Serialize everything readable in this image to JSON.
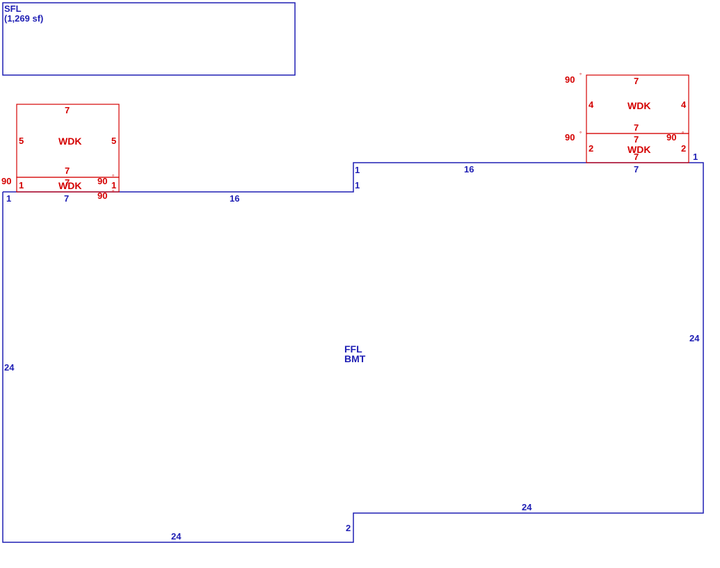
{
  "colors": {
    "main": "#1f1fb4",
    "deck": "#d40000",
    "background": "#ffffff"
  },
  "sfl": {
    "line1": "SFL",
    "line2": "(1,269 sf)"
  },
  "ffl": {
    "line1": "FFL",
    "line2": "BMT"
  },
  "main_dims": {
    "left_top": "1",
    "seg_7": "7",
    "seg_16_left": "16",
    "step_up_1": "1",
    "step_up_1b": "1",
    "seg_16_right": "16",
    "seg_7_right": "7",
    "right_top": "1",
    "left_side": "24",
    "right_side": "24",
    "bottom_right": "24",
    "step_down": "2",
    "bottom_left": "24"
  },
  "deck_left": {
    "name": "WDK",
    "top": "7",
    "left": "5",
    "right": "5",
    "bottom": "7",
    "small_name": "WDK",
    "small_top": "7",
    "small_left": "1",
    "small_right": "1",
    "angle_tl": "90",
    "angle_tr": "90",
    "angle_br": "90"
  },
  "deck_right": {
    "name": "WDK",
    "top": "7",
    "left": "4",
    "right": "4",
    "bottom": "7",
    "small_name": "WDK",
    "small_top": "7",
    "small_left": "2",
    "small_right": "2",
    "small_bottom": "7",
    "angle_tl": "90",
    "angle_ml": "90",
    "angle_mr": "90"
  },
  "degree_symbol": "°"
}
